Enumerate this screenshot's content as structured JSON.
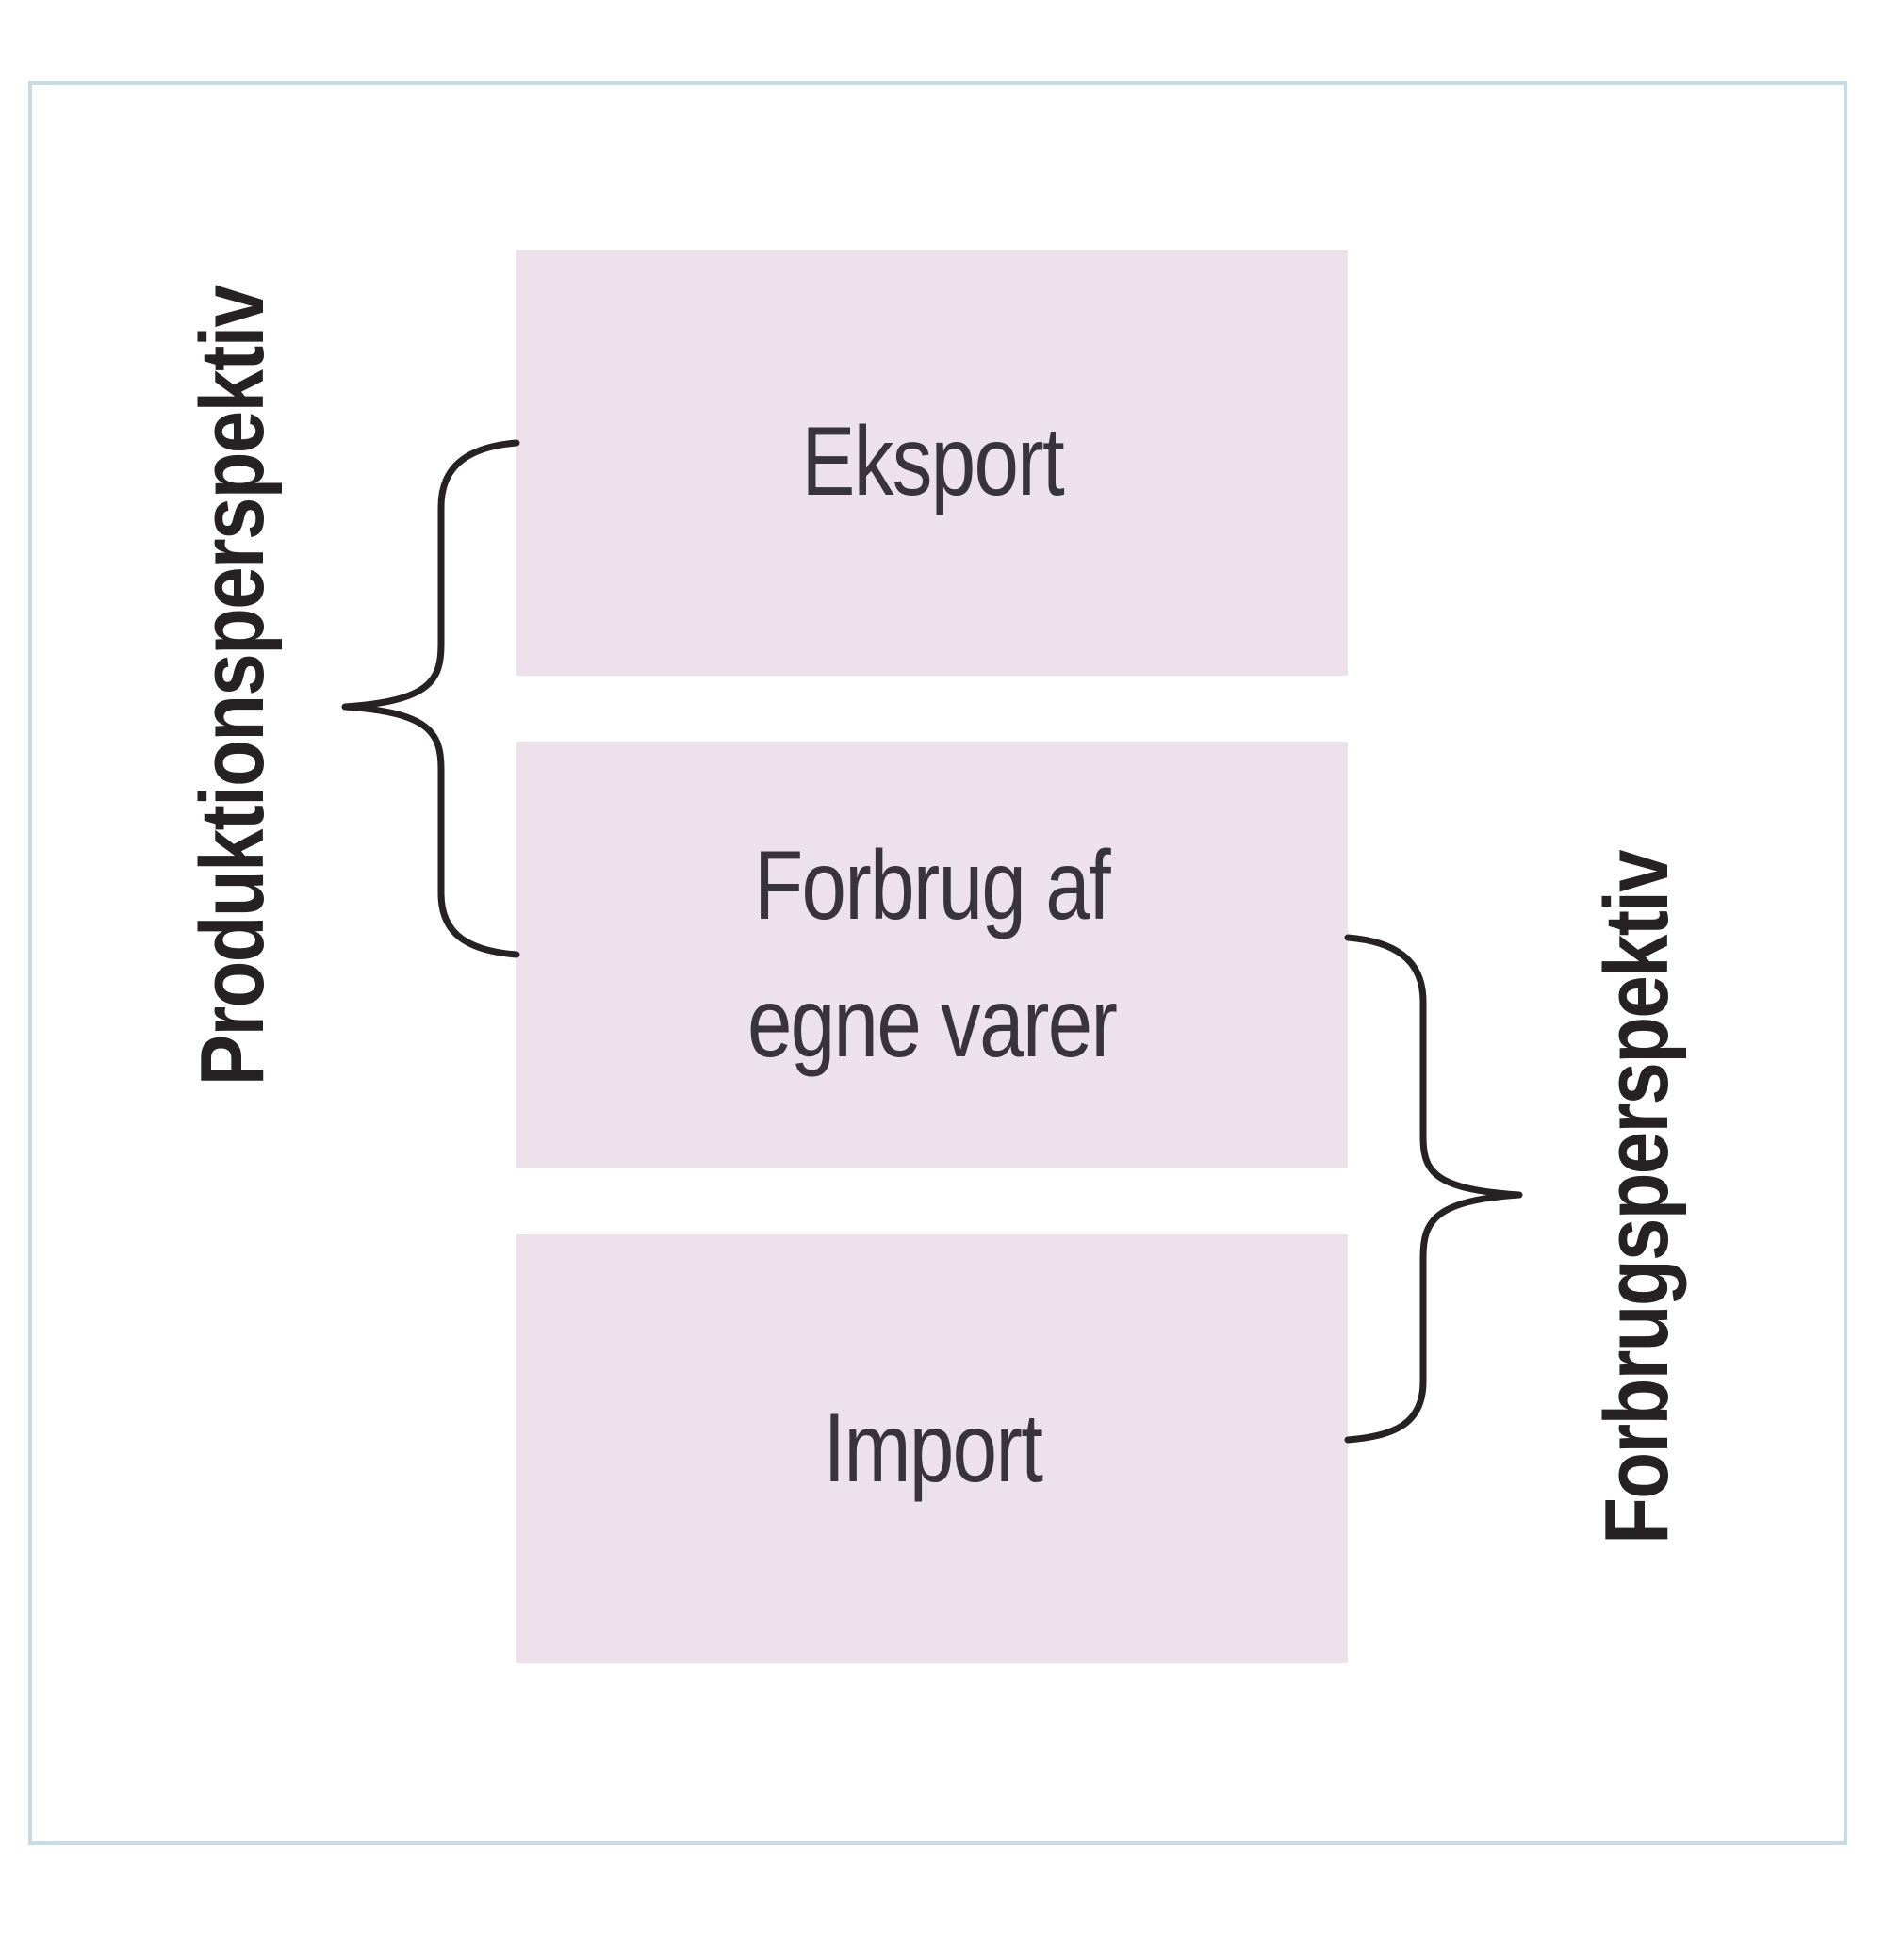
{
  "diagram": {
    "boxes": [
      {
        "id": "eksport",
        "label": "Eksport"
      },
      {
        "id": "forbrug-egne-varer",
        "label": "Forbrug af\negne varer"
      },
      {
        "id": "import",
        "label": "Import"
      }
    ],
    "side_labels": {
      "left": "Produktionsperspektiv",
      "right": "Forbrugsperspektiv"
    },
    "colors": {
      "box_fill": "#ede1eb",
      "frame_border": "#c7dbe6",
      "label_text": "#39343a",
      "side_label_text": "#262123",
      "brace": "#262122",
      "background": "#ffffff"
    }
  }
}
